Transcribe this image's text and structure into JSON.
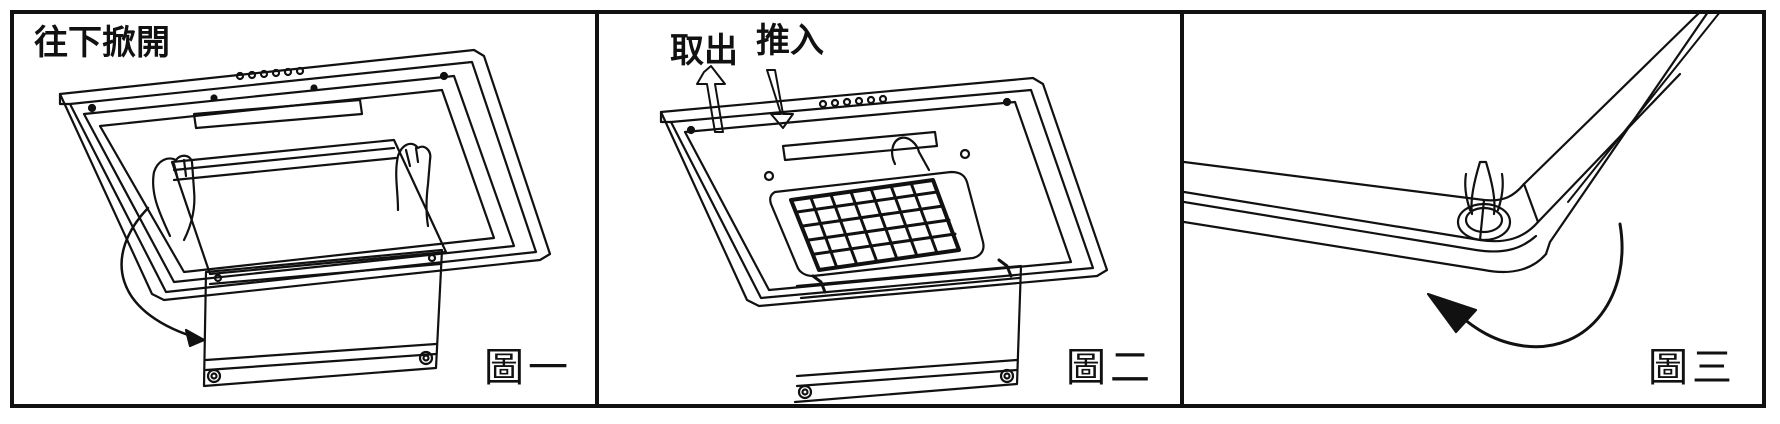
{
  "panels": [
    {
      "caption": "圖一",
      "label": "往下掀開"
    },
    {
      "caption": "圖二",
      "label_out": "取出",
      "label_in": "推入"
    },
    {
      "caption": "圖三"
    }
  ],
  "colors": {
    "line": "#111111",
    "background": "#ffffff"
  }
}
